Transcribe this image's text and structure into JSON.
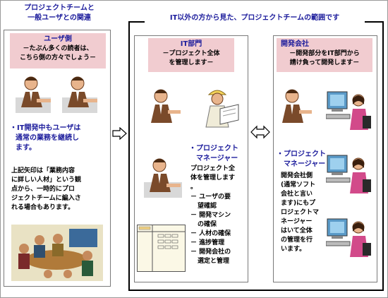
{
  "left": {
    "title_line1": "プロジェクトチームと",
    "title_line2": "一般ユーザとの関連",
    "user_box": {
      "title": "ユーザ側",
      "line1": "－たぶん多くの読者は、",
      "line2": "こちら側の方々でしょう－"
    },
    "bullet_line1": "・IT開発中もユーザは",
    "bullet_line2": "通常の業務を継続し",
    "bullet_line3": "ます。",
    "note_lines": [
      "上記矢印は「業務内容",
      "に詳しい人材」という観",
      "点から、一時的にプロ",
      "ジェクトチームに編入さ",
      "れる場合もあります。"
    ]
  },
  "right": {
    "title": "IT以外の方から見た、プロジェクトチームの範囲です",
    "it_dept": {
      "title": "IT部門",
      "line1": "－プロジェクト全体",
      "line2": "を管理します－",
      "pm_line1": "・プロジェクト",
      "pm_line2": "マネージャー",
      "desc_lines": [
        "プロジェクト全",
        "体を管理します",
        "。"
      ],
      "tasks": [
        {
          "l1": "－ ユーザの要",
          "l2": "望確認"
        },
        {
          "l1": "－ 開発マシン",
          "l2": "の確保"
        },
        {
          "l1": "－ 人材の確保",
          "l2": ""
        },
        {
          "l1": "－ 進捗管理",
          "l2": ""
        },
        {
          "l1": "－ 開発会社の",
          "l2": "選定と管理"
        }
      ]
    },
    "dev_company": {
      "title": "開発会社",
      "line1": "－開発部分をIT部門から",
      "line2": "請け負って開発します－",
      "pm_line1": "・プロジェクト",
      "pm_line2": "マネージャー",
      "desc_lines": [
        "開発会社側",
        "(通常ソフト",
        "会社と言い",
        "ます)にもプ",
        "ロジェクトマ",
        "ネージャー",
        "はいて全体",
        "の管理を行",
        "います。"
      ]
    }
  },
  "colors": {
    "title_blue": "#1c1c9c",
    "pink": "#f1ccd0",
    "border": "#000000"
  },
  "icons": [
    "arrow-right-icon",
    "double-arrow-icon",
    "businessman-icon",
    "engineer-icon",
    "developer-computer-icon",
    "meeting-icon",
    "gantt-chart-icon"
  ]
}
